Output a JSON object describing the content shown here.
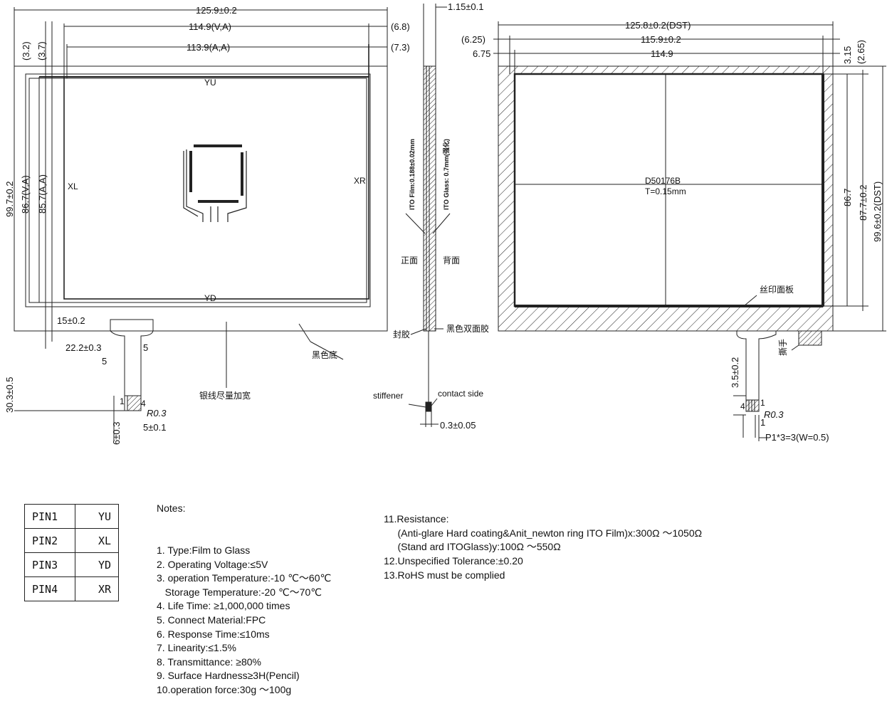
{
  "front_view": {
    "dims_top": [
      "125.9±0.2",
      "114.9(V,A)",
      "113.9(A,A)"
    ],
    "dims_right_offsets": [
      "(6.8)",
      "(7.3)"
    ],
    "dims_left_offsets": [
      "(3.2)",
      "(3.7)"
    ],
    "dims_vertical": [
      "99.7±0.2",
      "86.7(V,A)",
      "85.7(A,A)"
    ],
    "electrodes": {
      "top": "YU",
      "bottom": "YD",
      "left": "XL",
      "right": "XR"
    },
    "tail_dims": [
      "15±0.2",
      "22.2±0.3",
      "5",
      "5",
      "30.3±0.5",
      "6±0.3",
      "5±0.1",
      "R0.3"
    ],
    "tail_pins": [
      "1",
      "4"
    ],
    "callouts": [
      "黑色底",
      "银线尽量加宽"
    ]
  },
  "side_view": {
    "thickness": "1.15±0.1",
    "film_label": "ITO Film:0.188±0.02mm",
    "glass_label": "ITO Glass: 0.7mm(强化)",
    "front_label": "正面",
    "back_label": "背面",
    "seal_label": "封胶",
    "tape_label": "黑色双面胶",
    "stiffener_label": "stiffener",
    "contact_label": "contact side",
    "tail_thickness": "0.3±0.05"
  },
  "back_view": {
    "dims_top": [
      "125.8±0.2(DST)",
      "115.9±0.2",
      "114.9"
    ],
    "dims_left_offsets": [
      "(6.25)",
      "6.75"
    ],
    "dims_right_offsets": [
      "3.15",
      "(2.65)"
    ],
    "dims_vertical": [
      "86.7",
      "87.7±0.2",
      "99.6±0.2(DST)"
    ],
    "center_label": "D50176B",
    "center_sublabel": "T=0.15mm",
    "print_label": "丝印面板",
    "tab_label": "撕手",
    "tail_dims": [
      "3.5±0.2",
      "R0.3",
      "1",
      "P1*3=3(W=0.5)"
    ],
    "tail_pins": [
      "4",
      "1"
    ]
  },
  "pin_table": [
    {
      "pin": "PIN1",
      "signal": "YU"
    },
    {
      "pin": "PIN2",
      "signal": "XL"
    },
    {
      "pin": "PIN3",
      "signal": "YD"
    },
    {
      "pin": "PIN4",
      "signal": "XR"
    }
  ],
  "notes_title": "Notes:",
  "notes_left": [
    "1. Type:Film to Glass",
    "2. Operating Voltage:≤5V",
    "3. operation Temperature:-10 ℃～60℃",
    "   Storage Temperature:-20 ℃～70℃",
    "4. Life Time: ≥1,000,000 times",
    "5. Connect Material:FPC",
    "6. Response Time:≤10ms",
    "7. Linearity:≤1.5%",
    "8. Transmittance: ≥80%",
    "9. Surface Hardness≥3H(Pencil)",
    "10.operation force:30g ～100g"
  ],
  "notes_right": [
    "11.Resistance:",
    "     (Anti-glare Hard coating&Anit_newton ring ITO Film)x:300Ω ～1050Ω",
    "     (Stand ard ITOGlass)y:100Ω ～550Ω",
    "12.Unspecified Tolerance:±0.20",
    "13.RoHS must be complied"
  ]
}
